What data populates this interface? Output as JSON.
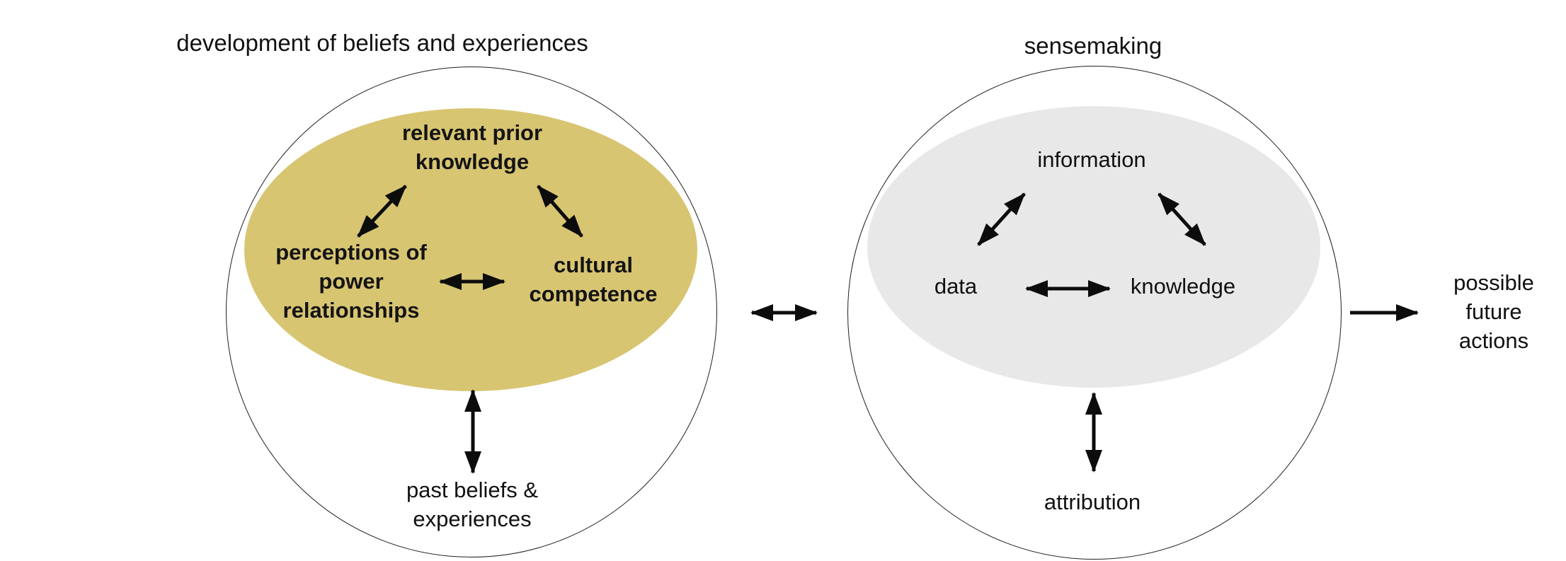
{
  "stage_beliefs": {
    "title": "development of beliefs and experiences",
    "ellipse_color": "#d8c572",
    "node_top": "relevant prior\nknowledge",
    "node_left": "perceptions of\npower\nrelationships",
    "node_right": "cultural\ncompetence",
    "node_bottom_outer": "past beliefs &\nexperiences"
  },
  "stage_sensemaking": {
    "title": "sensemaking",
    "ellipse_color": "#e8e8e8",
    "node_top": "information",
    "node_left": "data",
    "node_right": "knowledge",
    "node_bottom_outer": "attribution"
  },
  "outcome": {
    "label": "possible\nfuture\nactions"
  },
  "connections": [
    {
      "from": "relevant prior knowledge",
      "to": "perceptions of power relationships",
      "type": "bidirectional"
    },
    {
      "from": "relevant prior knowledge",
      "to": "cultural competence",
      "type": "bidirectional"
    },
    {
      "from": "perceptions of power relationships",
      "to": "cultural competence",
      "type": "bidirectional"
    },
    {
      "from": "beliefs-ellipse",
      "to": "past beliefs & experiences",
      "type": "bidirectional"
    },
    {
      "from": "development of beliefs and experiences",
      "to": "sensemaking",
      "type": "bidirectional"
    },
    {
      "from": "information",
      "to": "data",
      "type": "bidirectional"
    },
    {
      "from": "information",
      "to": "knowledge",
      "type": "bidirectional"
    },
    {
      "from": "data",
      "to": "knowledge",
      "type": "bidirectional"
    },
    {
      "from": "sensemaking-ellipse",
      "to": "attribution",
      "type": "bidirectional"
    },
    {
      "from": "sensemaking",
      "to": "possible future actions",
      "type": "unidirectional"
    }
  ]
}
